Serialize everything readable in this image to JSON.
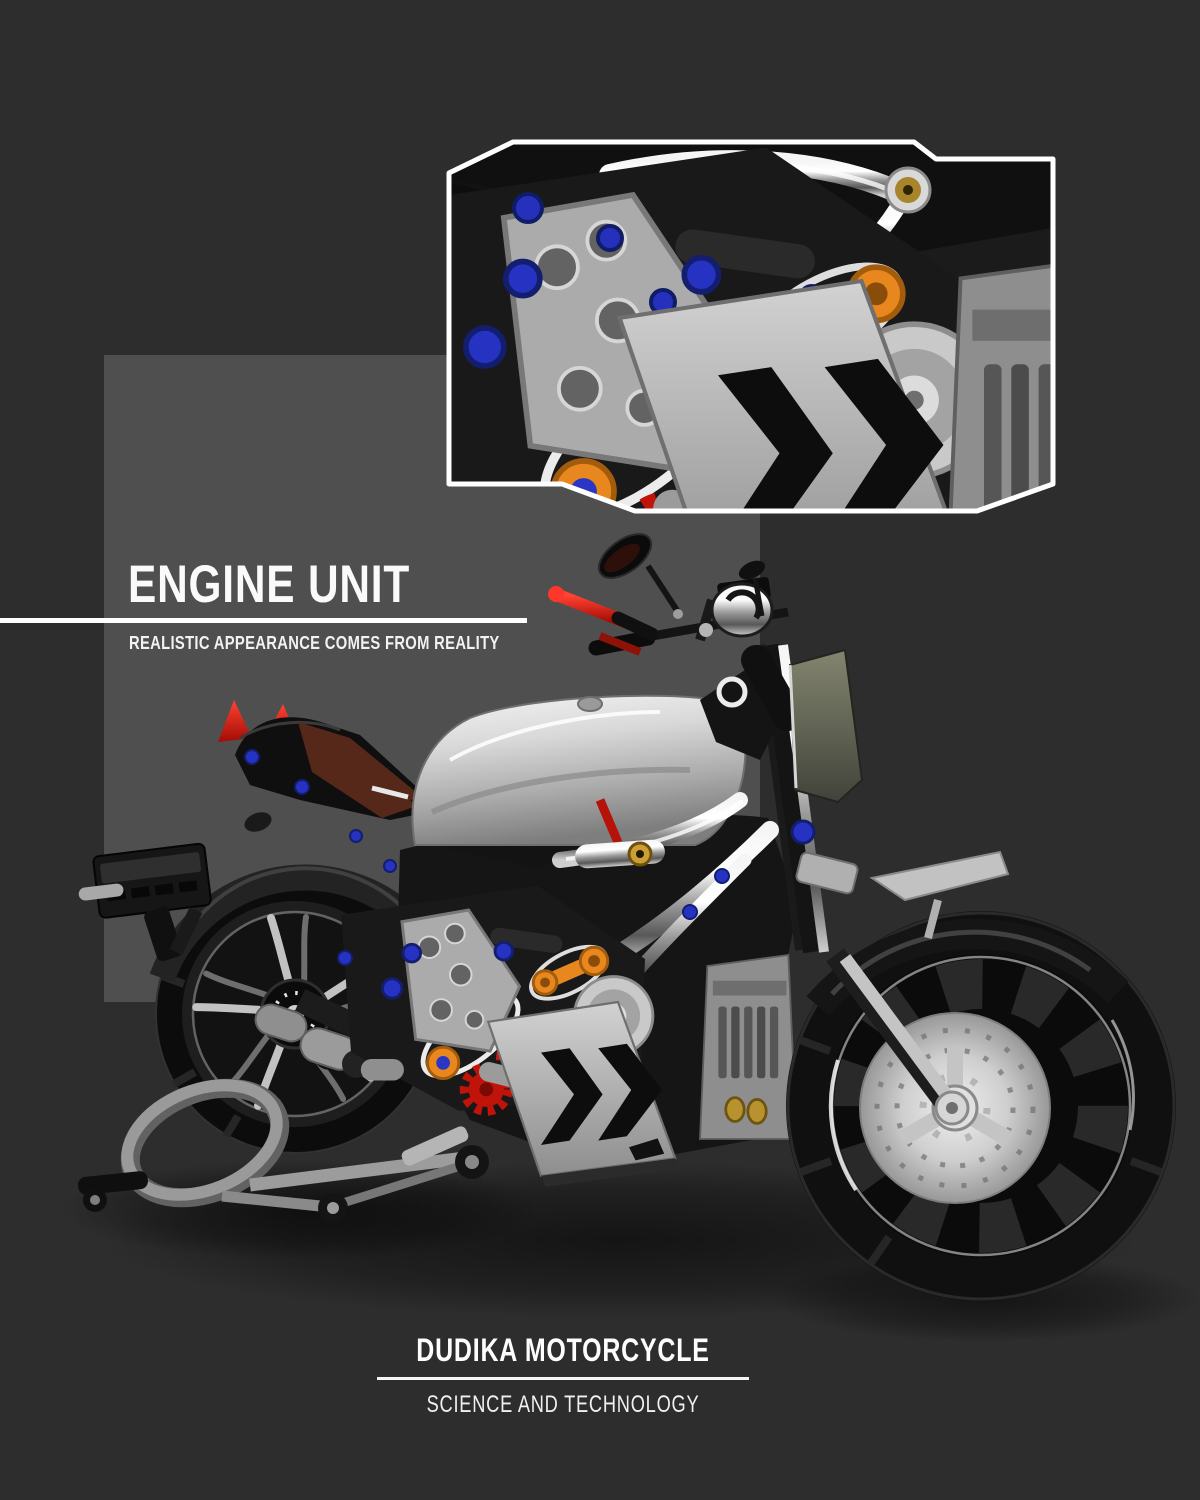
{
  "page": {
    "background_color": "#2e2d2d",
    "panel_color": "#4f4f4f",
    "text_color": "#ffffff"
  },
  "header": {
    "title": "ENGINE UNIT",
    "subtitle": "REALISTIC APPEARANCE COMES FROM REALITY"
  },
  "footer": {
    "brand": "DUDIKA MOTORCYCLE",
    "tagline": "SCIENCE AND TECHNOLOGY"
  },
  "photos": {
    "inset_label": "engine-closeup-photo",
    "main_label": "motorcycle-model-photo",
    "inset_border_color": "#ffffff",
    "colors": {
      "red": "#d81510",
      "orange": "#e8871e",
      "blue": "#2633c2",
      "silver": "#c9c9c9",
      "gold": "#b8922e",
      "tire_black": "#141414",
      "rubber_band_white": "#ececec",
      "brown_seat": "#56281a",
      "olive_plate": "#7a7a66"
    }
  }
}
